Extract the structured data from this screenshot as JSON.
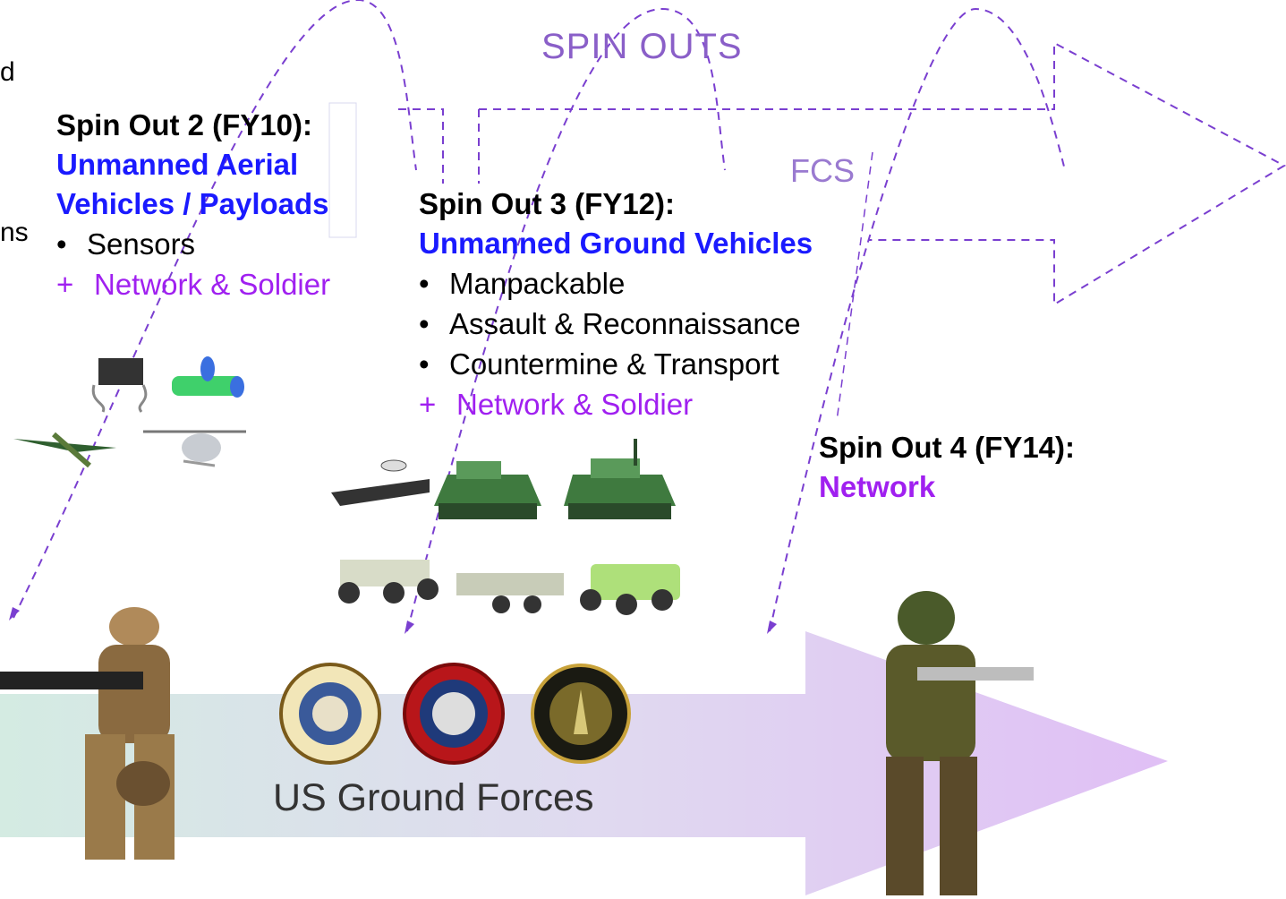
{
  "diagram": {
    "spin_outs_label": "SPIN OUTS",
    "fcs_label": "FCS",
    "ground_forces_label": "US Ground Forces",
    "left_fragments": [
      "d",
      "ns"
    ],
    "spin_out_2": {
      "header": "Spin Out 2 (FY10):",
      "title_line1": "Unmanned Aerial",
      "title_line2": "Vehicles / Payloads",
      "items": [
        "Sensors"
      ],
      "plus": "Network & Soldier"
    },
    "spin_out_3": {
      "header": "Spin Out 3 (FY12):",
      "title": "Unmanned Ground Vehicles",
      "items": [
        "Manpackable",
        "Assault & Reconnaissance",
        "Countermine & Transport"
      ],
      "plus": "Network & Soldier"
    },
    "spin_out_4": {
      "header": "Spin Out 4 (FY14):",
      "title": "Network"
    },
    "bullet_symbol": "•",
    "plus_symbol": "+",
    "colors": {
      "header": "#000000",
      "title_blue": "#1a1aff",
      "accent_purple": "#a020f0",
      "dashed_arrow": "#7a3fd0",
      "band_start": "#cfeadf",
      "band_end": "#d9b8f2"
    }
  }
}
